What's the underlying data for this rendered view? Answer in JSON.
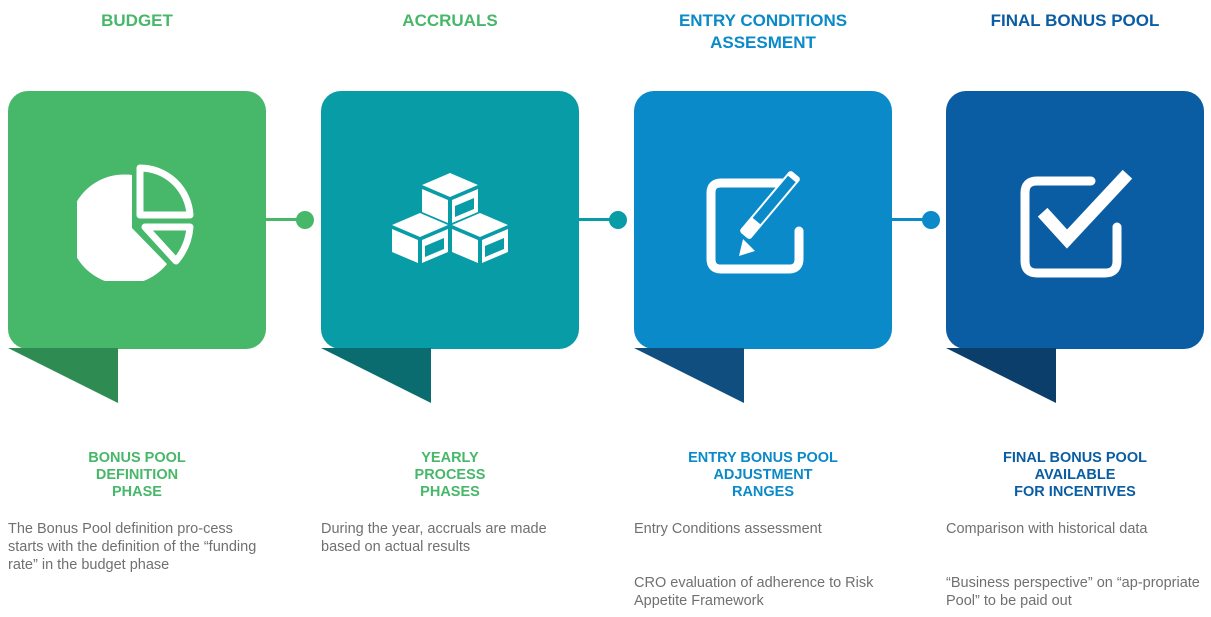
{
  "colors": {
    "green": "#47b769",
    "green_dark": "#2e8b51",
    "teal": "#079ca6",
    "teal_dark": "#0b6c70",
    "blue": "#0a8ac9",
    "blue_dark": "#0f4e7f",
    "navy": "#0b5da3",
    "navy_dark": "#0c3e6b",
    "green_text": "#47b769",
    "blue_text": "#0a8ac9",
    "navy_text": "#0b5da3",
    "body_text": "#707070"
  },
  "steps": [
    {
      "title": "BUDGET",
      "icon": "pie-chart-icon",
      "subtitle": "BONUS POOL\nDEFINITION\nPHASE",
      "descriptions": [
        "The Bonus Pool definition pro-cess starts with the definition of the “funding rate” in the budget phase"
      ]
    },
    {
      "title": "ACCRUALS",
      "icon": "cubes-icon",
      "subtitle": "YEARLY\nPROCESS\nPHASES",
      "descriptions": [
        "During the year, accruals are made based on actual results"
      ]
    },
    {
      "title": "ENTRY CONDITIONS\nASSESMENT",
      "icon": "edit-pencil-icon",
      "subtitle": "ENTRY BONUS POOL\nADJUSTMENT\nRANGES",
      "descriptions": [
        "Entry Conditions assessment",
        "CRO evaluation of adherence to Risk Appetite Framework"
      ]
    },
    {
      "title": "FINAL BONUS POOL",
      "icon": "checkbox-icon",
      "subtitle": "FINAL BONUS POOL\nAVAILABLE\nFOR INCENTIVES",
      "descriptions": [
        "Comparison with historical data",
        "“Business perspective” on “ap-propriate Pool” to be paid out"
      ]
    }
  ]
}
